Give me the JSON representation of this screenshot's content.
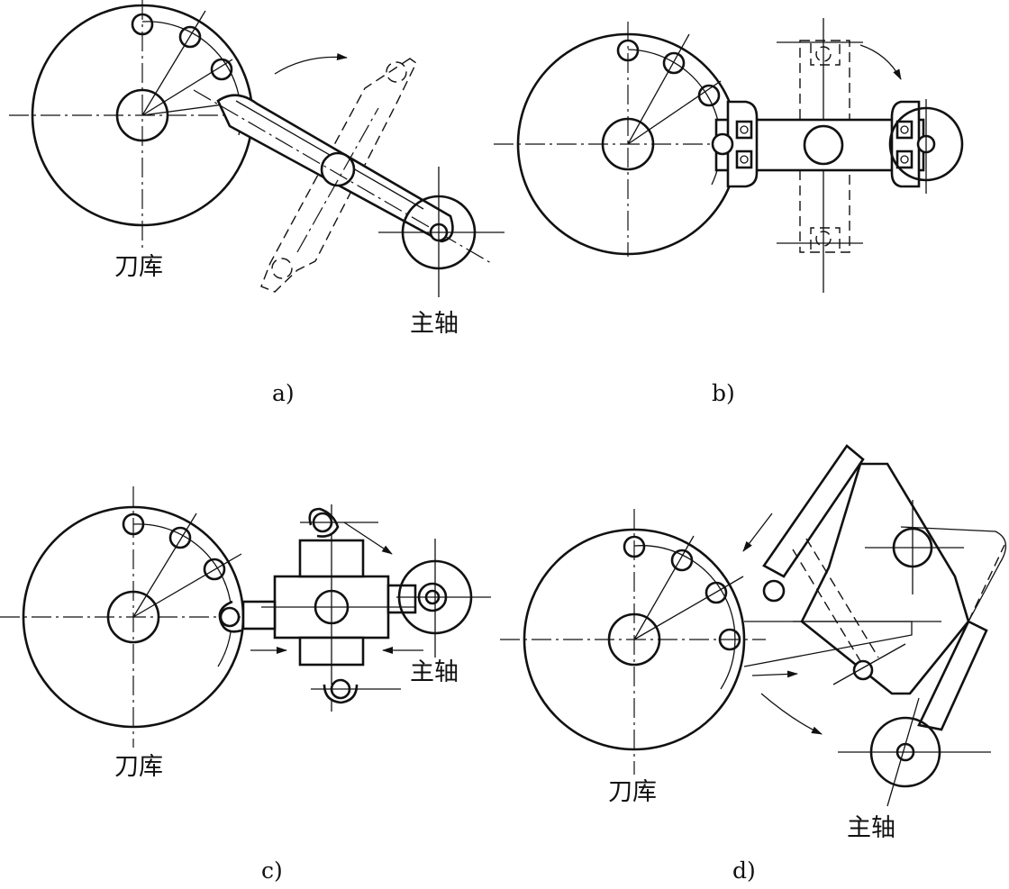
{
  "labels": {
    "a_magazine": "刀库",
    "a_spindle": "主轴",
    "c_magazine": "刀库",
    "c_spindle": "主轴",
    "d_magazine": "刀库",
    "d_spindle": "主轴"
  },
  "captions": {
    "a": "a)",
    "b": "b)",
    "c": "c)",
    "d": "d)"
  },
  "colors": {
    "line": "#111111",
    "background": "#ffffff"
  }
}
